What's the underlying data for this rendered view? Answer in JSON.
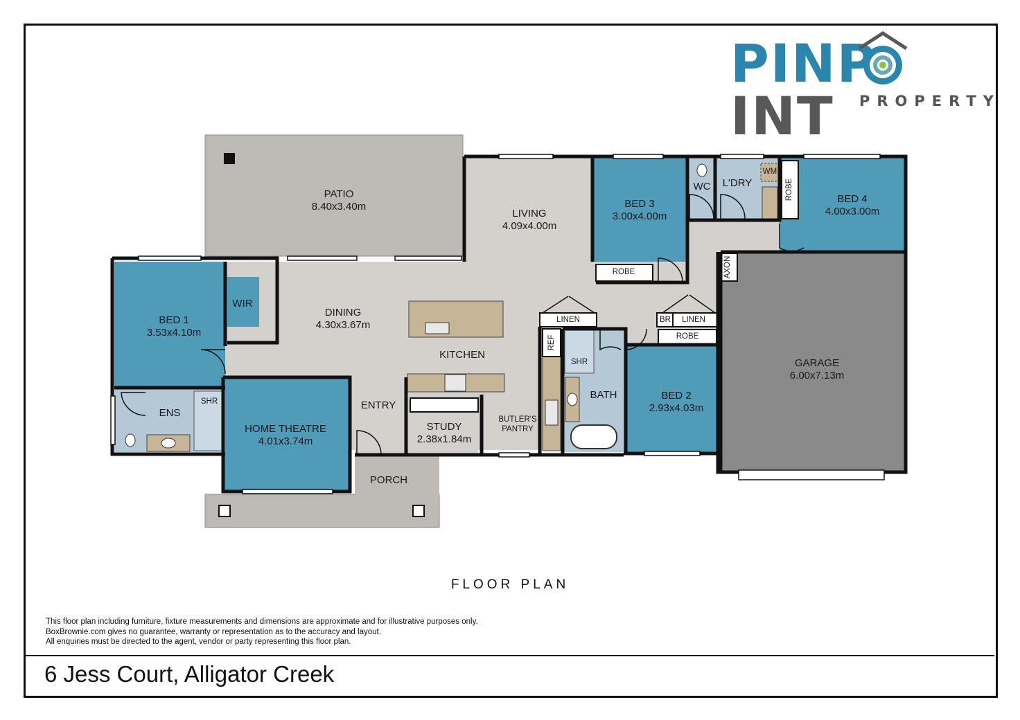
{
  "logo": {
    "word_part1": "PINP",
    "word_part2": "INT",
    "subtitle": "PROPERTY",
    "colors": {
      "blue": "#2a86ad",
      "grey": "#585858",
      "ring_outer": "#2a86ad",
      "ring_mid": "#6aa9b8",
      "center": "#8cc440"
    }
  },
  "rooms": {
    "patio": {
      "name": "PATIO",
      "dim": "8.40x3.40m"
    },
    "living": {
      "name": "LIVING",
      "dim": "4.09x4.00m"
    },
    "bed3": {
      "name": "BED 3",
      "dim": "3.00x4.00m"
    },
    "wc": {
      "name": "WC"
    },
    "laundry": {
      "name": "L'DRY"
    },
    "wm": {
      "name": "WM"
    },
    "robe_vertical": {
      "name": "ROBE"
    },
    "bed4": {
      "name": "BED 4",
      "dim": "4.00x3.00m"
    },
    "bed1": {
      "name": "BED 1",
      "dim": "3.53x4.10m"
    },
    "wir": {
      "name": "WIR"
    },
    "dining": {
      "name": "DINING",
      "dim": "4.30x3.67m"
    },
    "kitchen": {
      "name": "KITCHEN"
    },
    "robe_bed3": {
      "name": "ROBE"
    },
    "axon": {
      "name": "AXON"
    },
    "linen1": {
      "name": "LINEN"
    },
    "br": {
      "name": "BR"
    },
    "linen2": {
      "name": "LINEN"
    },
    "robe_bed2": {
      "name": "ROBE"
    },
    "ref": {
      "name": "REF"
    },
    "shr_bath": {
      "name": "SHR"
    },
    "bath": {
      "name": "BATH"
    },
    "garage": {
      "name": "GARAGE",
      "dim": "6.00x7.13m"
    },
    "ens": {
      "name": "ENS"
    },
    "shr_ens": {
      "name": "SHR"
    },
    "home_theatre": {
      "name": "HOME THEATRE",
      "dim": "4.01x3.74m"
    },
    "entry": {
      "name": "ENTRY"
    },
    "study": {
      "name": "STUDY",
      "dim": "2.38x1.84m"
    },
    "butlers_pantry": {
      "name_line1": "BUTLER'S",
      "name_line2": "PANTRY"
    },
    "bed2": {
      "name": "BED 2",
      "dim": "2.93x4.03m"
    },
    "porch": {
      "name": "PORCH"
    }
  },
  "colors": {
    "bedroom": "#4f9bb8",
    "wet_area": "#b4c8d6",
    "living_floor": "#d4d0cc",
    "outdoor": "#bdbab6",
    "garage": "#8a8a8a",
    "joinery": "#c6b596",
    "wall": "#111111"
  },
  "plan_title": "FLOOR PLAN",
  "disclaimer": [
    "This floor plan including furniture, fixture measurements and dimensions are approximate and for illustrative purposes only.",
    "BoxBrownie.com gives no guarantee, warranty or representation as to the accuracy and layout.",
    "All enquiries must be directed to the agent, vendor or party representing this floor plan."
  ],
  "address": "6 Jess Court, Alligator Creek"
}
